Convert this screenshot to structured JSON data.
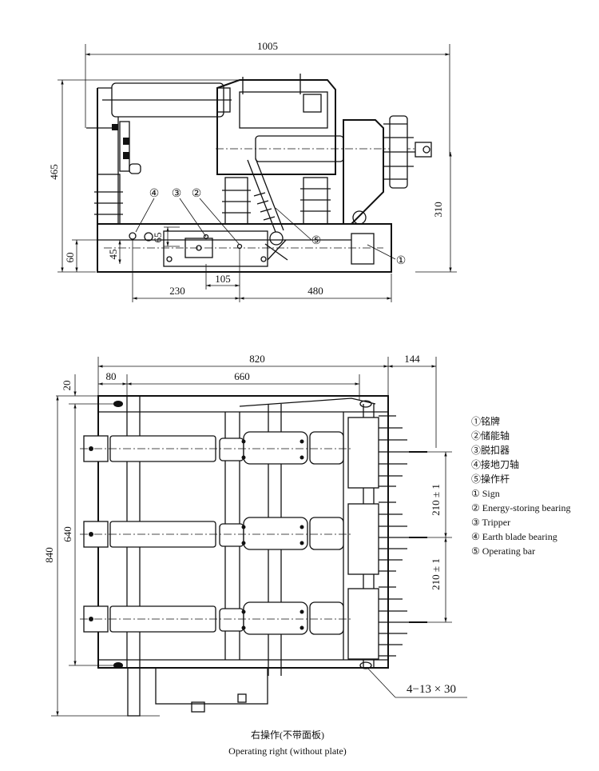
{
  "top_view": {
    "dims": {
      "overall_width": "1005",
      "height": "465",
      "base_height": "60",
      "bolt_height": "45",
      "hole_spacing": "65",
      "left_offset": "230",
      "hole_pitch": "105",
      "right_offset": "480",
      "pole_height": "310"
    },
    "callouts": [
      "④",
      "③",
      "②",
      "⑤",
      "①"
    ]
  },
  "bottom_view": {
    "dims": {
      "overall_width": "820",
      "right_extension": "144",
      "left_margin": "80",
      "inner_width": "660",
      "top_margin": "20",
      "overall_depth": "840",
      "inner_depth": "640",
      "phase_spacing_1": "210 ± 1",
      "phase_spacing_2": "210 ± 1"
    },
    "mounting_holes": "4−13 × 30"
  },
  "legend": [
    "①铭牌",
    "②储能轴",
    "③脱扣器",
    "④接地刀轴",
    "⑤操作杆",
    "① Sign",
    "② Energy-storing bearing",
    "③ Tripper",
    "④ Earth blade bearing",
    "⑤ Operating bar"
  ],
  "caption": {
    "cn": "右操作(不带面板)",
    "en": "Operating right (without plate)"
  }
}
